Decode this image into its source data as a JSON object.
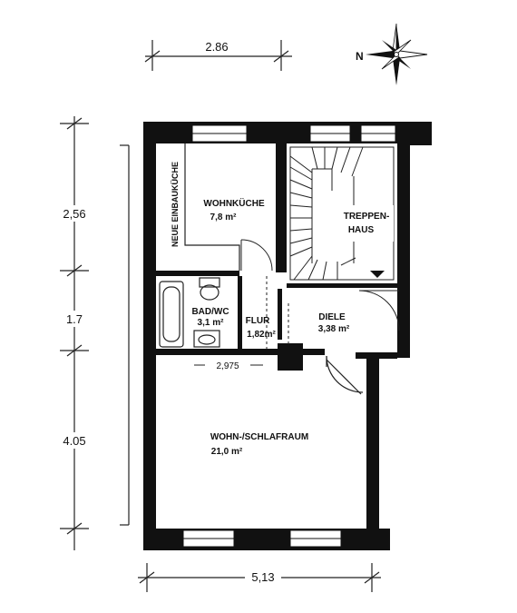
{
  "dimensions": {
    "top_width": "2.86",
    "bottom_width": "5,13",
    "left_top": "2,56",
    "left_middle": "1.7",
    "left_bottom": "4.05",
    "inner_width": "2,975"
  },
  "compass": {
    "north_label": "N"
  },
  "rooms": {
    "kitchen": {
      "name": "WOHNKÜCHE",
      "area": "7,8 m²"
    },
    "kitchen_note": "NEUE EINBAUKÜCHE",
    "stairs": {
      "name_line1": "TREPPEN-",
      "name_line2": "HAUS"
    },
    "bath": {
      "name": "BAD/WC",
      "area": "3,1 m²"
    },
    "hall": {
      "name": "FLUR",
      "area": "1,82m²"
    },
    "diele": {
      "name": "DIELE",
      "area": "3,38 m²"
    },
    "living": {
      "name": "WOHN-/SCHLAFRAUM",
      "area": "21,0 m²"
    }
  },
  "colors": {
    "wall": "#111111",
    "line": "#222222",
    "paper": "#ffffff"
  }
}
